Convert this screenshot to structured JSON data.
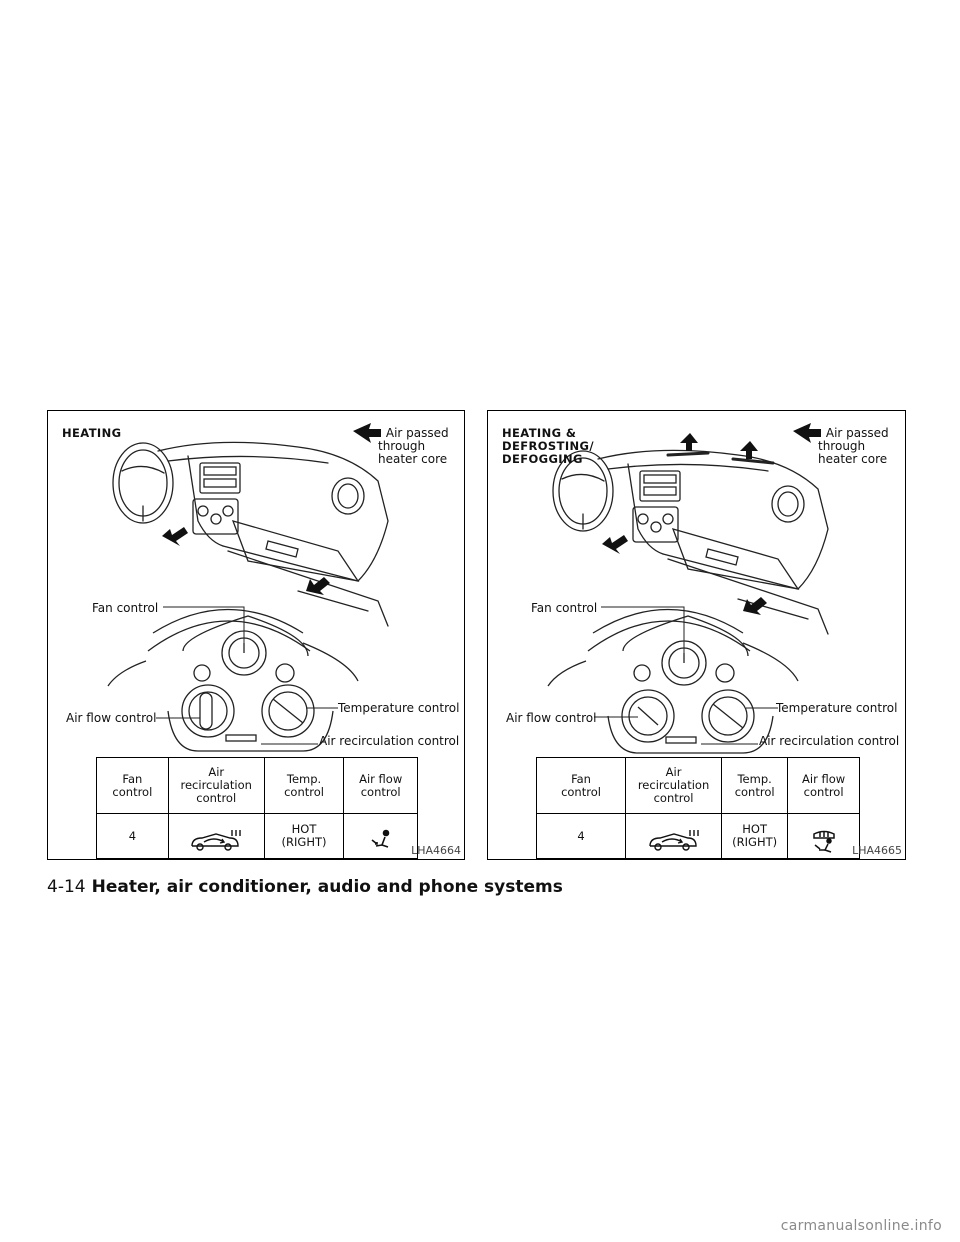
{
  "panels": [
    {
      "title": "HEATING",
      "legend": ": Air passed\n    through\n    heater core",
      "labels": {
        "fan_control": "Fan control",
        "air_flow_control": "Air flow control",
        "temperature_control": "Temperature control",
        "air_recirculation_control": "Air recirculation control"
      },
      "table": {
        "headers": [
          "Fan\ncontrol",
          "Air\nrecirculation\ncontrol",
          "Temp.\ncontrol",
          "Air flow\ncontrol"
        ],
        "fan": "4",
        "temp": "HOT\n(RIGHT)",
        "recirc_icon": "recirculation-off-icon",
        "airflow_icon": "foot-vent-icon"
      },
      "code": "LHA4664"
    },
    {
      "title": "HEATING &\nDEFROSTING/\nDEFOGGING",
      "legend": ": Air passed\n    through\n    heater core",
      "labels": {
        "fan_control": "Fan control",
        "air_flow_control": "Air flow control",
        "temperature_control": "Temperature control",
        "air_recirculation_control": "Air recirculation control"
      },
      "table": {
        "headers": [
          "Fan\ncontrol",
          "Air\nrecirculation\ncontrol",
          "Temp.\ncontrol",
          "Air flow\ncontrol"
        ],
        "fan": "4",
        "temp": "HOT\n(RIGHT)",
        "recirc_icon": "recirculation-off-icon",
        "airflow_icon": "defrost-foot-icon"
      },
      "code": "LHA4665"
    }
  ],
  "footer": {
    "page_number": "4-14",
    "section_title": "Heater, air conditioner, audio and phone systems"
  },
  "watermark": "carmanualsonline.info"
}
